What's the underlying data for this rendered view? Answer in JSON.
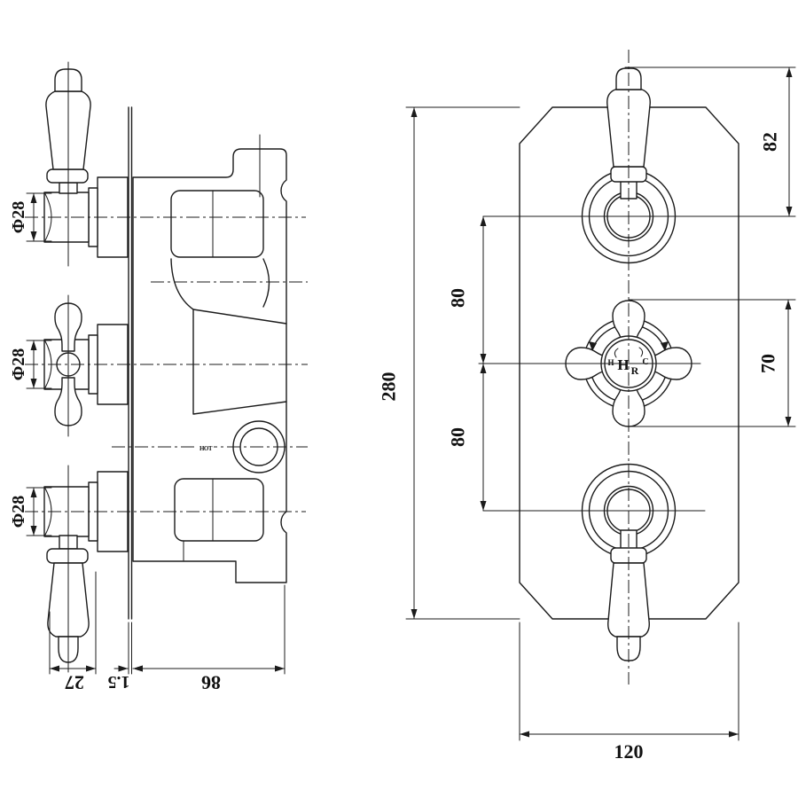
{
  "page": {
    "background": "#ffffff",
    "line_color": "#1b1b1b"
  },
  "side_view": {
    "dim_diameter_top": "Φ28",
    "dim_diameter_middle": "Φ28",
    "dim_diameter_bottom": "Φ28",
    "dim_handle_depth": "27",
    "dim_plate_thickness": "1.5",
    "dim_body_depth": "86",
    "port_label": "HOT"
  },
  "front_view": {
    "dim_top_offset": "82",
    "dim_upper_spacing": "80",
    "dim_lower_spacing": "80",
    "dim_cross_handle": "70",
    "dim_plate_height": "280",
    "dim_plate_width": "120",
    "cross_hub_letter": "H",
    "cross_hub_subletter": "R",
    "cross_hot_letter": "H",
    "cross_cold_letter": "C"
  }
}
